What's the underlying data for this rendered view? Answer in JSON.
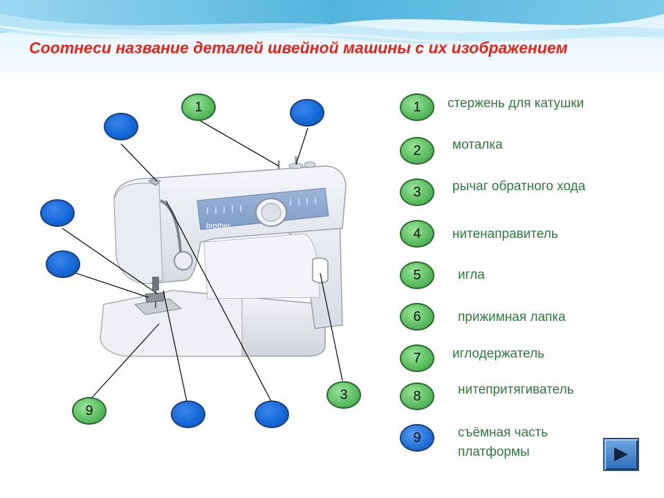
{
  "slide": {
    "title": "Соотнеси название деталей швейной машины с их изображением"
  },
  "diagram": {
    "brand": "brother",
    "labels": [
      {
        "id": "top-left",
        "text": "",
        "color": "blue"
      },
      {
        "id": "top-middle",
        "text": "1",
        "color": "green"
      },
      {
        "id": "top-right",
        "text": "",
        "color": "blue"
      },
      {
        "id": "left-upper",
        "text": "",
        "color": "blue"
      },
      {
        "id": "left-lower",
        "text": "",
        "color": "blue"
      },
      {
        "id": "bottom-left",
        "text": "9",
        "color": "green"
      },
      {
        "id": "bottom-middle",
        "text": "",
        "color": "blue"
      },
      {
        "id": "bottom-right",
        "text": "",
        "color": "blue"
      },
      {
        "id": "right-lower",
        "text": "3",
        "color": "green"
      }
    ]
  },
  "terms": [
    {
      "number": "1",
      "text": "стержень для катушки",
      "badge_color": "green"
    },
    {
      "number": "2",
      "text": "моталка",
      "badge_color": "green"
    },
    {
      "number": "3",
      "text": "рычаг обратного хода",
      "badge_color": "green"
    },
    {
      "number": "4",
      "text": "нитенаправитель",
      "badge_color": "green"
    },
    {
      "number": "5",
      "text": "игла",
      "badge_color": "green"
    },
    {
      "number": "6",
      "text": "прижимная лапка",
      "badge_color": "green"
    },
    {
      "number": "7",
      "text": "иглодержатель",
      "badge_color": "green"
    },
    {
      "number": "8",
      "text": "нитепритягиватель",
      "badge_color": "green"
    },
    {
      "number": "9",
      "text": "съёмная часть платформы",
      "badge_color": "blue"
    }
  ],
  "colors": {
    "title": "#e5231b",
    "term_text": "#2e7a3e",
    "badge_green": "#5cbf62",
    "badge_blue": "#1f6fd6",
    "wave": "#4fb3d9"
  },
  "nav": {
    "next_icon": "play-triangle-icon"
  }
}
